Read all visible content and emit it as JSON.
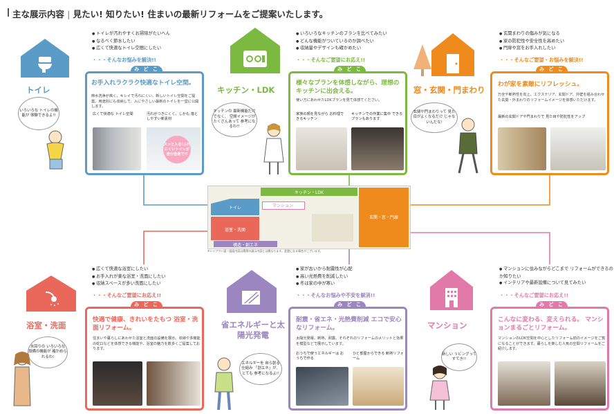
{
  "header": {
    "title": "主な展示内容",
    "subtitle": "見たい! 知りたい! 住まいの最新リフォームをご提案いたします。"
  },
  "colors": {
    "toilet": "#5b9bc8",
    "kitchen": "#7cb940",
    "entrance": "#ef8a1c",
    "bath": "#e9685a",
    "energy": "#9b86c0",
    "mansion": "#e27aa9"
  },
  "floorplan": {
    "kitchen": "キッチン・LDK",
    "toilet": "トイレ",
    "mansion": "マンション",
    "entrance": "玄関・窓・門扉",
    "bath": "浴室・洗面",
    "energy": "構造・創エネ",
    "note": "※レイアウト図・図面内容は実際の展示内容とは異なります。変更になる場合がございます。"
  },
  "sections": {
    "toilet": {
      "label": "トイレ",
      "icon": "toilet-icon",
      "bullets": [
        "トイレが汚れやすくお掃除がたいへん",
        "なるべく節水したい",
        "広くて快適なトイレ空間にしたい"
      ],
      "problem": "・・・そんなお悩みを解決!!",
      "tab": "み ど こ ろ",
      "title": "お手入れラクラク快適なトイレ空間。",
      "desc": "節水洗浄が高く、キレイで汚れにくい、新しいトイレ空間をご提案。用途別にも収納して、入にやさしい最新のトイレを一堂に公開します。",
      "features": [
        "広くて快適な トイレ空間",
        "汚れがつきにくく、しかも 落としやすい新素材"
      ],
      "badge": "スッと入る!ふれにくいトイレが 自分自身で!!",
      "bubble": "いろいろな トイレの機能が 体験できるよ!!"
    },
    "kitchen": {
      "label": "キッチン・LDK",
      "icon": "kitchen-icon",
      "bullets": [
        "いろいろなキッチンのプランを比べてみたい",
        "どんな機能がついているのか調べたい",
        "収納量やデザインも確かめたい"
      ],
      "problem": "・・・そんなご要望にお応え!!",
      "tab": "み ど こ ろ",
      "title": "様々なプランを体感しながら、理想のキッチンに出会える。",
      "desc": "使い方にあわせたLDKプランを見て体感てください。",
      "features": [
        "家族の顔を見ながら お料理できるキッチン",
        "キッチンでの作業に集中 できるプランもあります"
      ],
      "bubble": "キッチンの 最新機能だけでなく、 空間イメージが たくさんあって 参考になるわ!!"
    },
    "entrance": {
      "label": "窓・玄関・門まわり",
      "icon": "entrance-icon",
      "bullets": [
        "玄関まわりの傷みが気になる",
        "家の防犯性や安全性を高めたい",
        "門扉や窓をお手入れしたい"
      ],
      "problem": "・・・そんなご要望・お悩みを解決!!",
      "tab": "み ど こ ろ",
      "title": "わが家を素敵にリフレッシュ。",
      "desc": "万全や断熱性を向上、エクステリア、玄関ドア、外壁を組み合わせた玄関・外まわりのリフォームイメージを体感いただけます。",
      "features": [
        "最新の玄関ドアや門まわりで 見た目や防犯性をアップ"
      ],
      "bubble": "玄関や門まわりって 見た目がよくなるだけ じゃないんだな!"
    },
    "bath": {
      "label": "浴室・洗面",
      "icon": "shower-icon",
      "bullets": [
        "広くて快適な浴室にしたい",
        "お手入れが楽な浴室・洗面にしたい",
        "収納スペースが多い洗面にしたい"
      ],
      "problem": "・・・そんなご要望にお応え!!",
      "tab": "み ど こ ろ",
      "title": "快適で健康、きれいをたもつ 浴室・洗面リフォーム。",
      "desc": "住まいや暮らしにあわせた浴室と洗面の設備を展示。収納や多機能の蛇口などを体感できる機能や、浴室の魅力を数多くご提案しております。",
      "bubble": "水回りの いろいろな 設備の機能が 確かめられるわ!"
    },
    "energy": {
      "label": "省エネルギーと太陽光発電",
      "icon": "solar-panel-icon",
      "bullets": [
        "家が古いから耐震性が心配",
        "高い光熱費を削減したい",
        "冬は家の中が寒い"
      ],
      "problem": "・・・そんなお悩みや不安を解消!!",
      "tab": "み ど こ ろ",
      "title": "耐震・省エネ・光熱費削減 エコで安心なリフォーム。",
      "desc": "太陽光発電、断熱、耐震、それぞれのリフォームのメリットと効果を模型などで展示しています。",
      "features": [
        "おうちで使うエネルギーは おうちで作る",
        "ひと部屋からできる 断熱リフォーム"
      ],
      "bubble": "エネルギーを 自ら創る仕組み 「創エネ」が、とても 参考になるよ!!"
    },
    "mansion": {
      "label": "マンション",
      "icon": "building-icon",
      "bullets": [
        "マンションに住みながらどこまで リフォームができるのか知りたい",
        "インテリアや最新設備について見てみたい"
      ],
      "problem": "・・・そんなご要望にお応え!!",
      "tab": "み ど こ ろ",
      "title": "こんなに変わる、変えられる。 マンションまるごとリフォーム。",
      "desc": "マンションのLDK空間を中心としたリフォーム前のイメージをご覧になることができます。暮らしを楽しむ人気の空間リフォームをご紹介します。",
      "bubble": "新しい リビングって すてき!!"
    }
  }
}
